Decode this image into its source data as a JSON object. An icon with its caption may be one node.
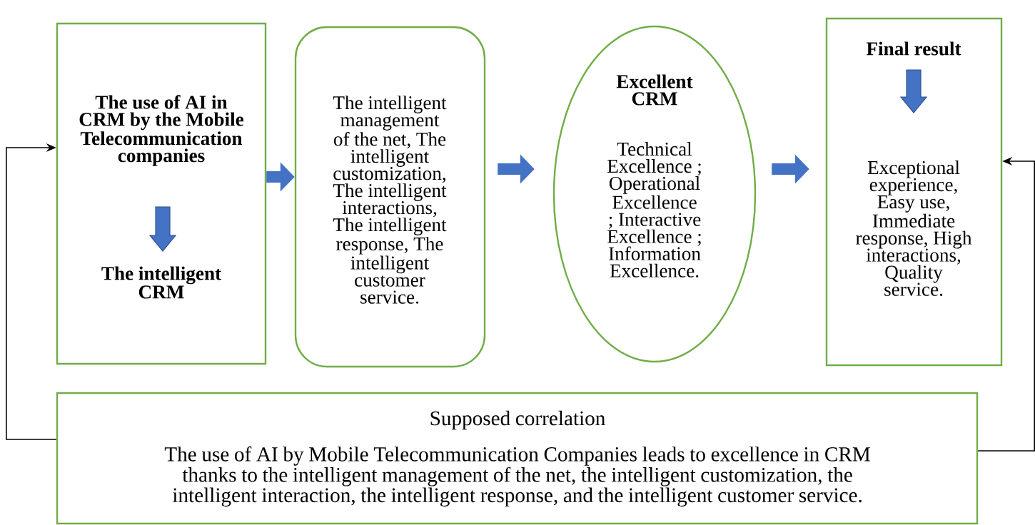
{
  "diagram": {
    "nodes": [
      {
        "text": [
          "The use of AI in CRM by the Mobile Telecommunication companies",
          "The intelligent CRM"
        ]
      },
      {
        "text": [
          "The intelligent management of the net, The intelligent customization, The intelligent interactions, The intelligent response, The intelligent customer service."
        ]
      },
      {
        "text": [
          "Excellent CRM",
          "Technical Excellence ; Operational Excellence ; Interactive Excellence ; Information Excellence."
        ]
      },
      {
        "text": [
          "Final result",
          "Exceptional experience, Easy use, Immediate response, High interactions, Quality service."
        ]
      },
      {
        "text": [
          "Supposed correlation",
          "The use of AI by Mobile Telecommunication Companies leads to excellence in CRM thanks to the intelligent management of the net, the intelligent customization, the intelligent interaction, the intelligent response, and the intelligent customer service."
        ]
      }
    ],
    "edges": [
      {
        "from": 0,
        "to": 1,
        "arrow": "to"
      },
      {
        "from": 1,
        "to": 2,
        "arrow": "to"
      },
      {
        "from": 2,
        "to": 3,
        "arrow": "to"
      },
      {
        "from": 4,
        "to": 0,
        "arrow": "to",
        "color": "#000000"
      },
      {
        "from": 4,
        "to": 3,
        "arrow": "to",
        "color": "#000000"
      }
    ]
  }
}
